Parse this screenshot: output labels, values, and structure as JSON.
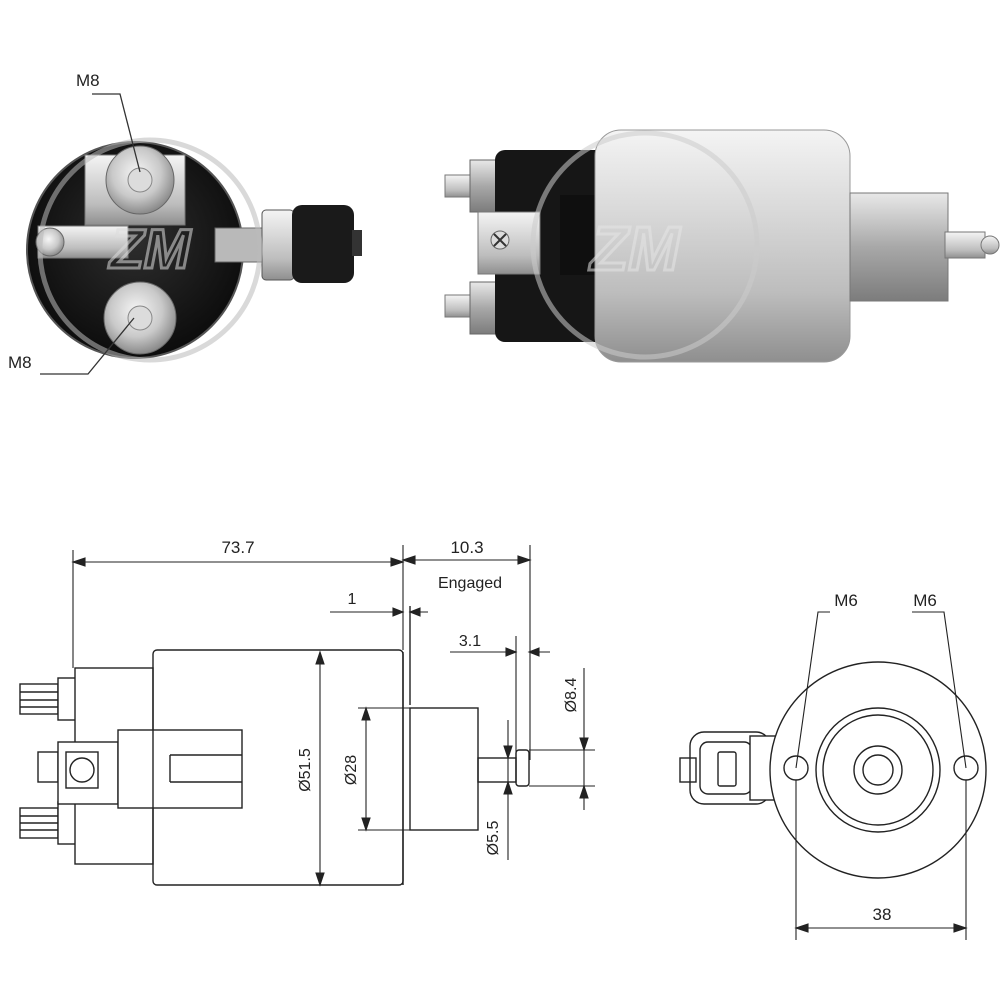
{
  "photo_labels": {
    "front_top_thread": "M8",
    "front_bottom_thread": "M8"
  },
  "watermark": "ZM",
  "side_view": {
    "overall_length": "73.7",
    "plunger_travel": "10.3",
    "travel_note": "Engaged",
    "flange_offset": "1",
    "tip_length": "3.1",
    "body_diameter": "Ø51.5",
    "nose_diameter": "Ø28",
    "rod_diameter": "Ø5.5",
    "tip_diameter": "Ø8.4"
  },
  "end_view": {
    "left_hole_thread": "M6",
    "right_hole_thread": "M6",
    "hole_spacing": "38"
  }
}
